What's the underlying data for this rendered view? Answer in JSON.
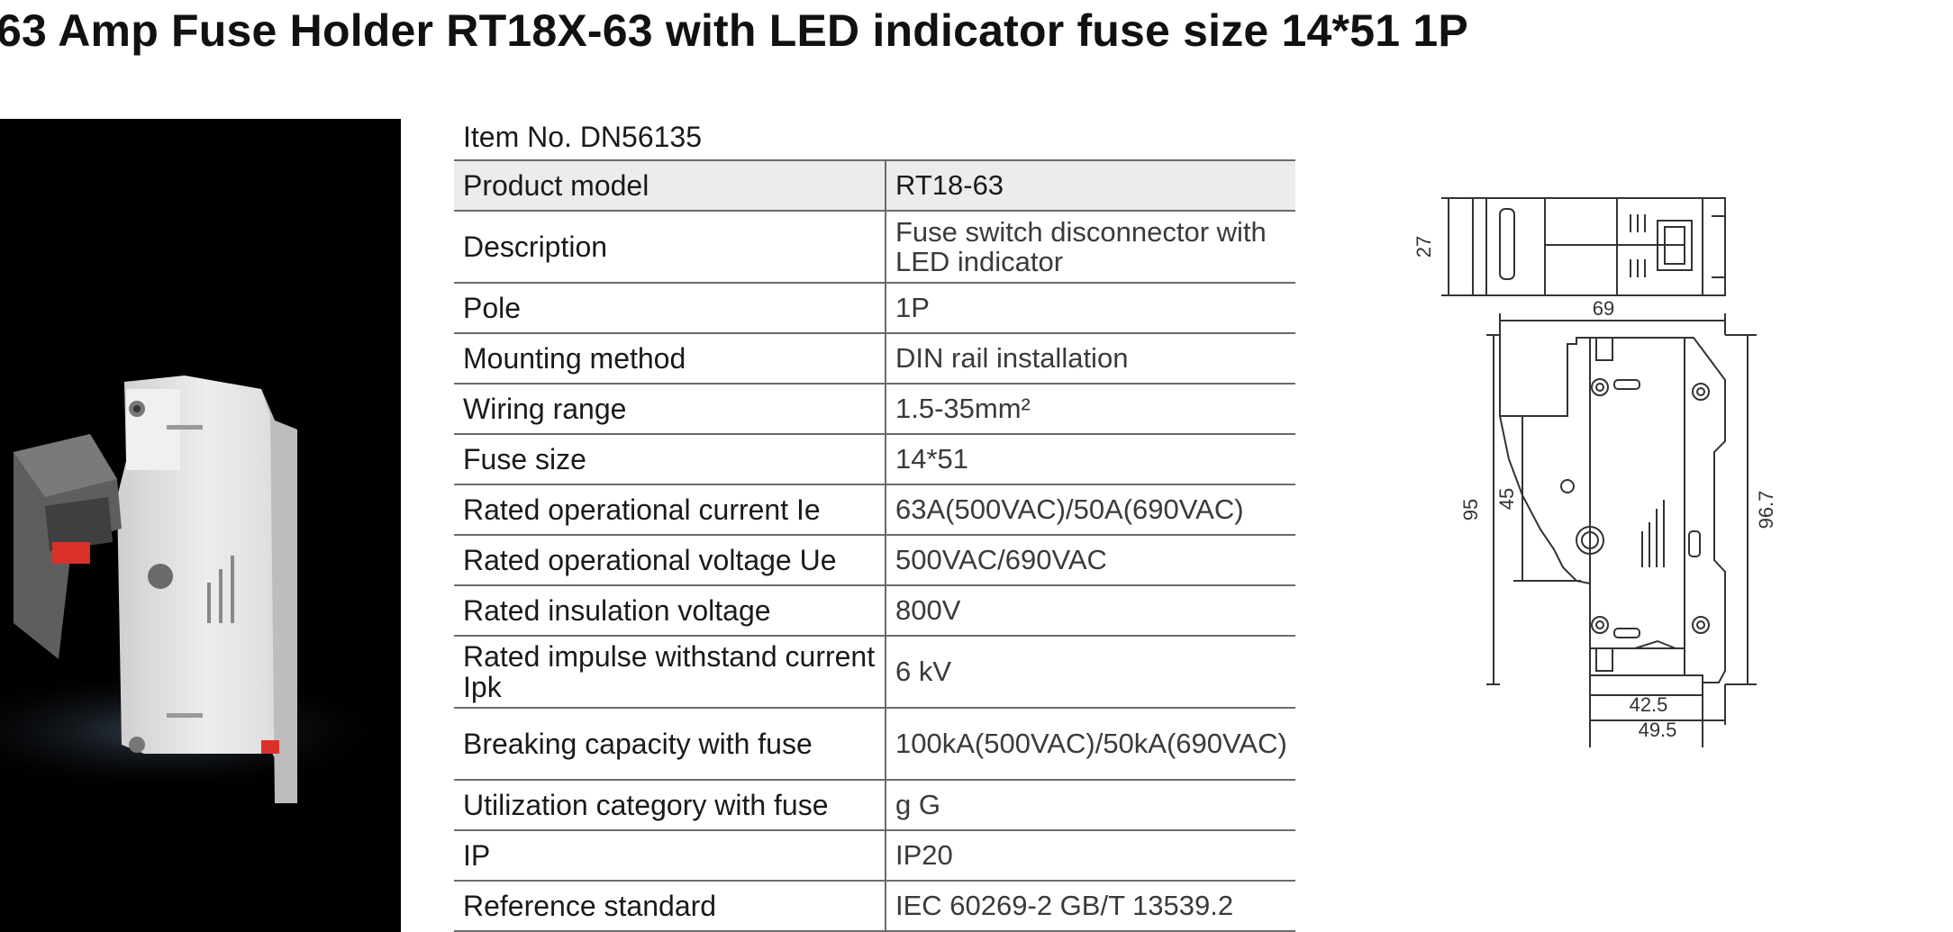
{
  "title": "63 Amp Fuse Holder RT18X-63 with LED indicator fuse size 14*51 1P",
  "item_no": "Item No.   DN56135",
  "specs": [
    {
      "label": "Product model",
      "value": "RT18-63"
    },
    {
      "label": "Description",
      "value": "Fuse switch disconnector with LED indicator"
    },
    {
      "label": "Pole",
      "value": "1P"
    },
    {
      "label": "Mounting method",
      "value": "DIN rail installation"
    },
    {
      "label": "Wiring range",
      "value": "1.5-35mm²"
    },
    {
      "label": "Fuse size",
      "value": "14*51"
    },
    {
      "label": "Rated operational current Ie",
      "value": "63A(500VAC)/50A(690VAC)"
    },
    {
      "label": "Rated operational voltage Ue",
      "value": "500VAC/690VAC"
    },
    {
      "label": "Rated insulation voltage",
      "value": "800V"
    },
    {
      "label": "Rated impulse withstand current Ipk",
      "value": "6 kV"
    },
    {
      "label": "Breaking capacity with fuse",
      "value": "100kA(500VAC)/50kA(690VAC)"
    },
    {
      "label": "Utilization category with fuse",
      "value": "g G"
    },
    {
      "label": "IP",
      "value": "IP20"
    },
    {
      "label": "Reference standard",
      "value": "IEC  60269-2   GB/T 13539.2"
    }
  ],
  "dimensions": {
    "top_height": "27",
    "width": "69",
    "height_total": "95",
    "height_mid": "45",
    "height_right": "96.7",
    "depth_inner": "42.5",
    "depth_outer": "49.5"
  },
  "colors": {
    "photo_bg": "#000000",
    "holder_body": "#e4e4e4",
    "handle": "#5e5e5e",
    "led": "#d9302a"
  }
}
